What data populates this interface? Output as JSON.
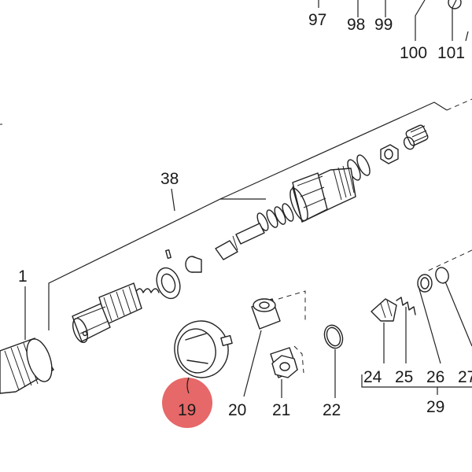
{
  "diagram": {
    "highlight_color": "#e24d4d",
    "labels": {
      "p1": "1",
      "p19": "19",
      "p20": "20",
      "p21": "21",
      "p22": "22",
      "p24": "24",
      "p25": "25",
      "p26": "26",
      "p27": "27",
      "p29": "29",
      "p38": "38",
      "p97": "97",
      "p98": "98",
      "p99": "99",
      "p100": "100",
      "p101": "101"
    },
    "highlighted_label": "19"
  }
}
